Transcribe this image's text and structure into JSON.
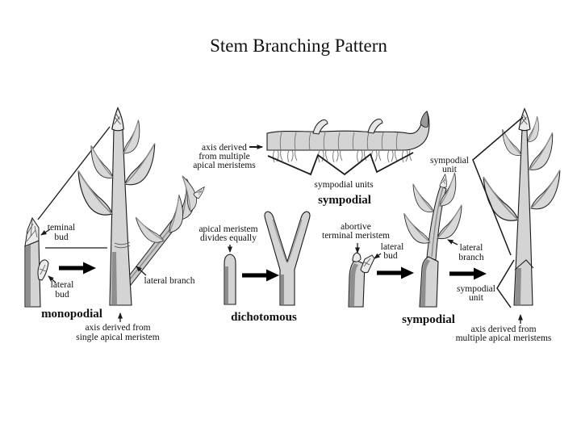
{
  "title": "Stem Branching Pattern",
  "colors": {
    "background": "#ffffff",
    "stem_fill": "#d4d4d4",
    "stem_shade": "#8e8e8e",
    "outline": "#1a1a1a",
    "text": "#111111"
  },
  "monopodial": {
    "name_label": "monopodial",
    "terminal_bud": [
      "teminal",
      "bud"
    ],
    "lateral_bud": [
      "lateral",
      "bud"
    ],
    "lateral_branch": "lateral branch",
    "axis_note": [
      "axis derived from",
      "single apical meristem"
    ]
  },
  "rhizome": {
    "name_label": "sympodial",
    "axis_note": [
      "axis derived",
      "from multiple",
      "apical meristems"
    ],
    "units_label": "sympodial units"
  },
  "dichotomous": {
    "name_label": "dichotomous",
    "note": [
      "apical meristem",
      "divides equally"
    ]
  },
  "sympodial_upright": {
    "name_label": "sympodial",
    "abortive_note": [
      "abortive",
      "terminal meristem"
    ],
    "lateral_bud": [
      "lateral",
      "bud"
    ],
    "lateral_branch": [
      "lateral",
      "branch"
    ],
    "unit_label_mid": [
      "sympodial",
      "unit"
    ],
    "unit_label_top": [
      "sympodial",
      "unit"
    ],
    "axis_note": [
      "axis derived from",
      "multiple apical meristems"
    ]
  }
}
